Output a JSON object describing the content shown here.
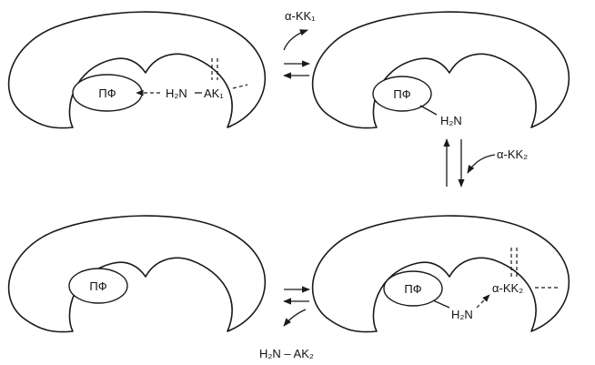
{
  "labels": {
    "pf": "ПФ",
    "h2n": "H₂N",
    "ak1": "AK₁",
    "a_kk1": "α-KK₁",
    "a_kk2": "α-KK₂",
    "h2n_ak2": "H₂N – AK₂"
  },
  "colors": {
    "line": "#1a1a1a",
    "background": "#ffffff"
  }
}
